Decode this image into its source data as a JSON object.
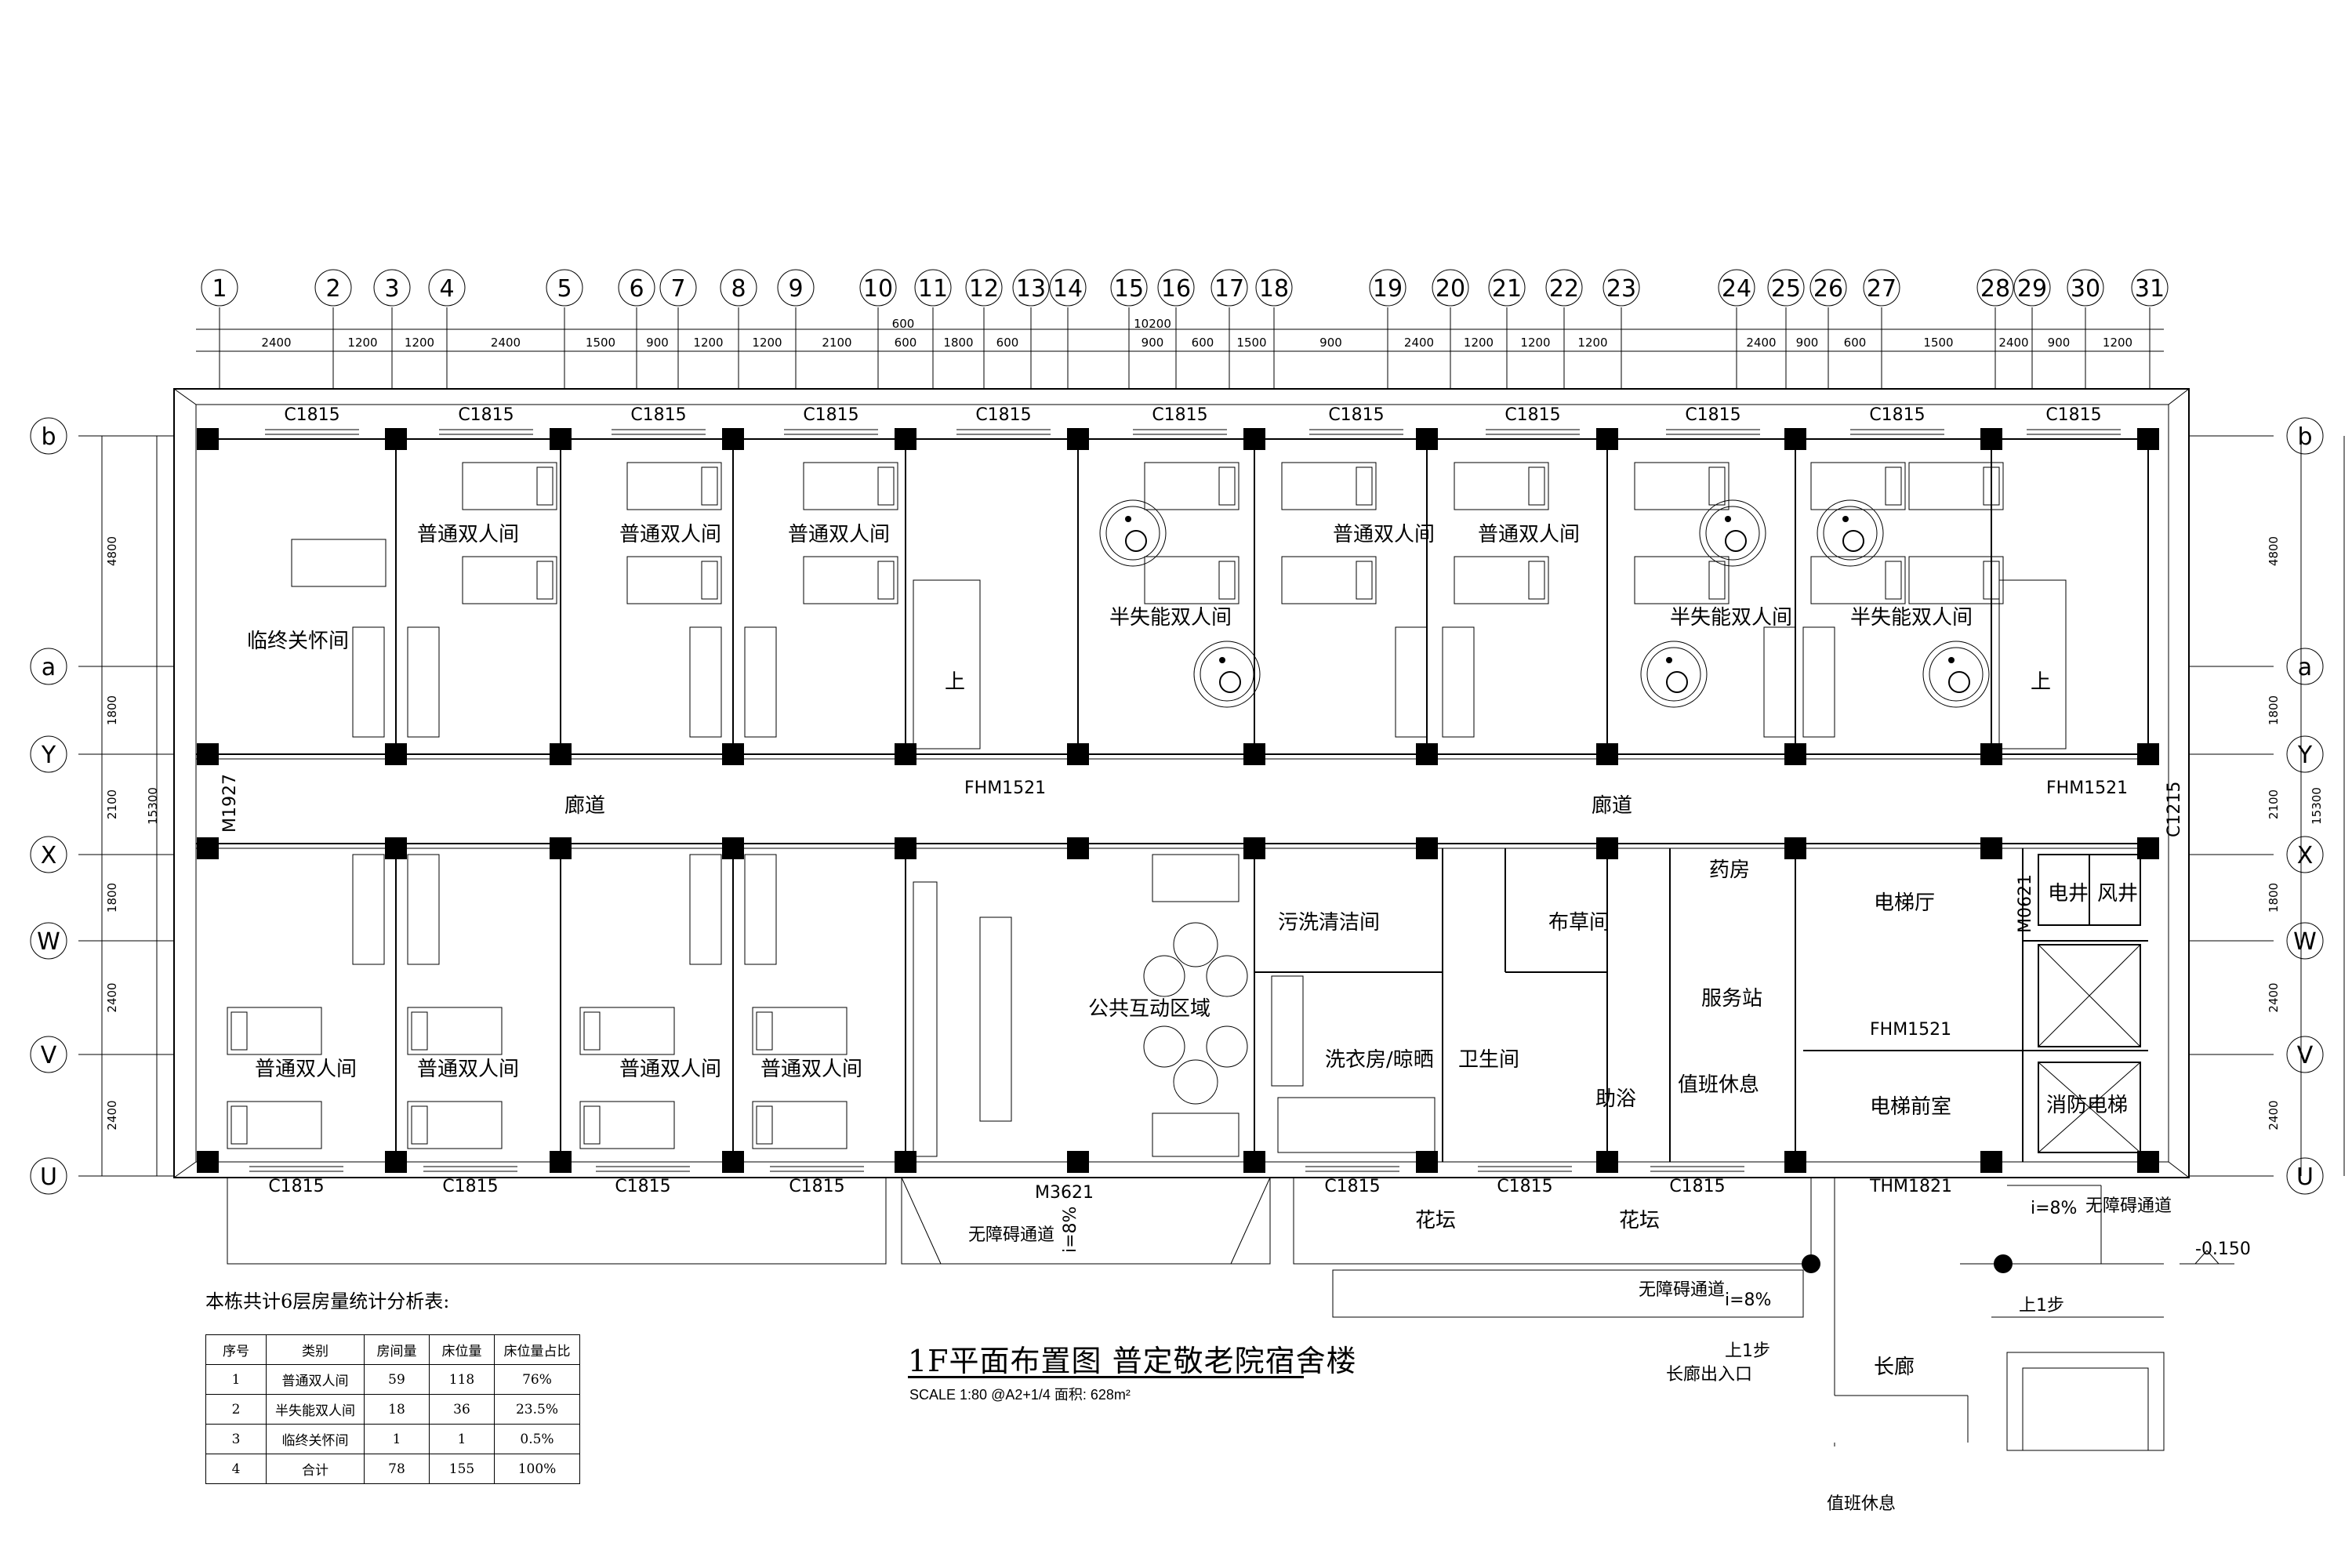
{
  "grid_axes_top": [
    "1",
    "2",
    "3",
    "4",
    "5",
    "6",
    "7",
    "8",
    "9",
    "10",
    "11",
    "12",
    "13",
    "14",
    "15",
    "16",
    "17",
    "18",
    "19",
    "20",
    "21",
    "22",
    "23",
    "24",
    "25",
    "26",
    "27",
    "28",
    "29",
    "30",
    "31"
  ],
  "grid_axes_side": [
    "b",
    "a",
    "Y",
    "X",
    "W",
    "V",
    "U"
  ],
  "dimensions_top": [
    "2400",
    "1200",
    "1200",
    "2400",
    "1500",
    "900",
    "1200",
    "1200",
    "2100",
    "600",
    "1800",
    "600",
    "",
    "",
    "900",
    "600",
    "1500",
    "900",
    "2400",
    "1200",
    "1200",
    "1200",
    "",
    "2400",
    "900",
    "600",
    "1500",
    "2400",
    "900",
    "1200",
    "1200"
  ],
  "dimension_total": "10200",
  "dimension_small": "600",
  "dimensions_side": [
    "4800",
    "1800",
    "2100",
    "1800",
    "2400",
    "2400"
  ],
  "dimension_side_total": "15300",
  "windows_top": [
    "C1815",
    "C1815",
    "C1815",
    "C1815",
    "C1815",
    "C1815",
    "C1815",
    "C1815",
    "C1815",
    "C1815",
    "C1815"
  ],
  "windows_bottom": [
    "C1815",
    "C1815",
    "C1815",
    "C1815",
    "C1815",
    "C1815",
    "C1815"
  ],
  "rooms": {
    "hospice": "临终关怀间",
    "standard_double": "普通双人间",
    "semi_disabled_double": "半失能双人间",
    "corridor": "廊道",
    "public_area": "公共互动区域",
    "sewage_cleaning": "污洗清洁间",
    "laundry": "洗衣房/晾晒",
    "linen": "布草间",
    "pharmacy": "药房",
    "service_station": "服务站",
    "duty_rest": "值班休息",
    "restroom": "卫生间",
    "assisted_bath": "助浴",
    "elevator_hall": "电梯厅",
    "elevator_lobby": "电梯前室",
    "electric_shaft": "电井",
    "air_shaft": "风井",
    "fire_elevator": "消防电梯",
    "flower_bed": "花坛",
    "long_gallery": "长廊",
    "up": "上"
  },
  "doors": {
    "fhm1521": "FHM1521",
    "m1927": "M1927",
    "c1215": "C1215",
    "m0621": "M0621",
    "m3621": "M3621",
    "thm1821": "THM1821"
  },
  "ramp": {
    "barrier_free": "无障碍通道",
    "slope": "i=8%",
    "step": "上1步",
    "gallery_entrance": "长廊出入口",
    "level": "-0.150"
  },
  "stats": {
    "caption": "本栋共计6层房量统计分析表:",
    "headers": [
      "序号",
      "类别",
      "房间量",
      "床位量",
      "床位量占比"
    ],
    "rows": [
      [
        "1",
        "普通双人间",
        "59",
        "118",
        "76%"
      ],
      [
        "2",
        "半失能双人间",
        "18",
        "36",
        "23.5%"
      ],
      [
        "3",
        "临终关怀间",
        "1",
        "1",
        "0.5%"
      ],
      [
        "4",
        "合计",
        "78",
        "155",
        "100%"
      ]
    ]
  },
  "title": {
    "main": "1F平面布置图  普定敬老院宿舍楼",
    "scale": "SCALE  1:80  @A2+1/4   面积: 628m²"
  },
  "bottom_note": "值班休息"
}
